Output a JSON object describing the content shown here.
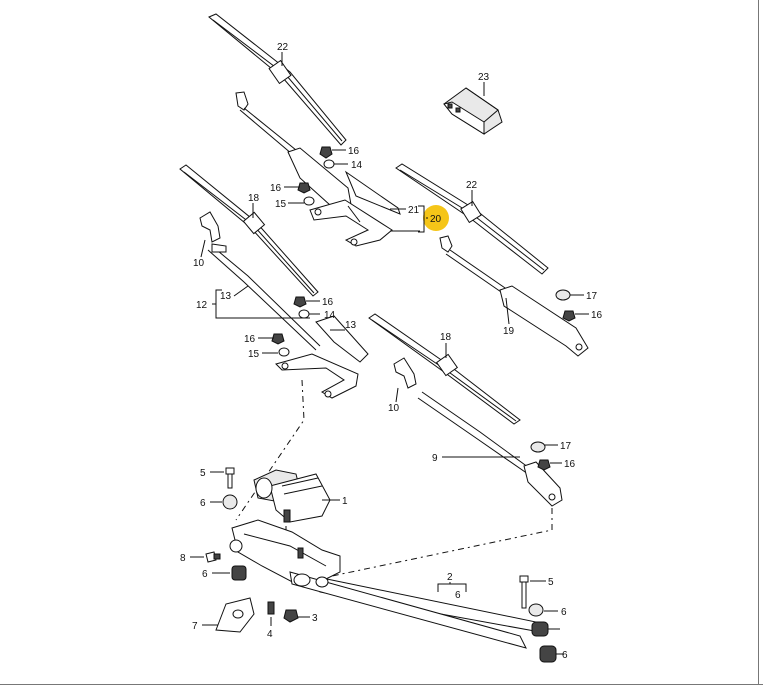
{
  "diagram": {
    "highlight_color": "#f5c518",
    "highlighted_label": "20",
    "labels": [
      "22",
      "23",
      "16",
      "14",
      "16",
      "15",
      "21",
      "20",
      "22",
      "18",
      "10",
      "12",
      "13",
      "16",
      "14",
      "16",
      "15",
      "13",
      "17",
      "16",
      "19",
      "18",
      "10",
      "17",
      "16",
      "9",
      "5",
      "1",
      "6",
      "8",
      "6",
      "7",
      "4",
      "3",
      "2",
      "6",
      "5",
      "6",
      "6"
    ]
  }
}
